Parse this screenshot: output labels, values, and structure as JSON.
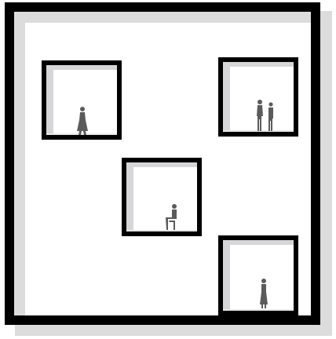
{
  "colors": {
    "frame": "#000000",
    "background": "#ffffff",
    "shadow": "#dcdcdd",
    "figure": "#5b5b5b"
  },
  "windows": [
    {
      "id": "window-top-left",
      "figures": [
        "standing-woman-icon"
      ]
    },
    {
      "id": "window-top-right",
      "figures": [
        "pair-of-people-icon"
      ]
    },
    {
      "id": "window-middle",
      "figures": [
        "seated-person-icon"
      ]
    },
    {
      "id": "window-bottom-right",
      "figures": [
        "standing-woman-icon"
      ]
    }
  ]
}
